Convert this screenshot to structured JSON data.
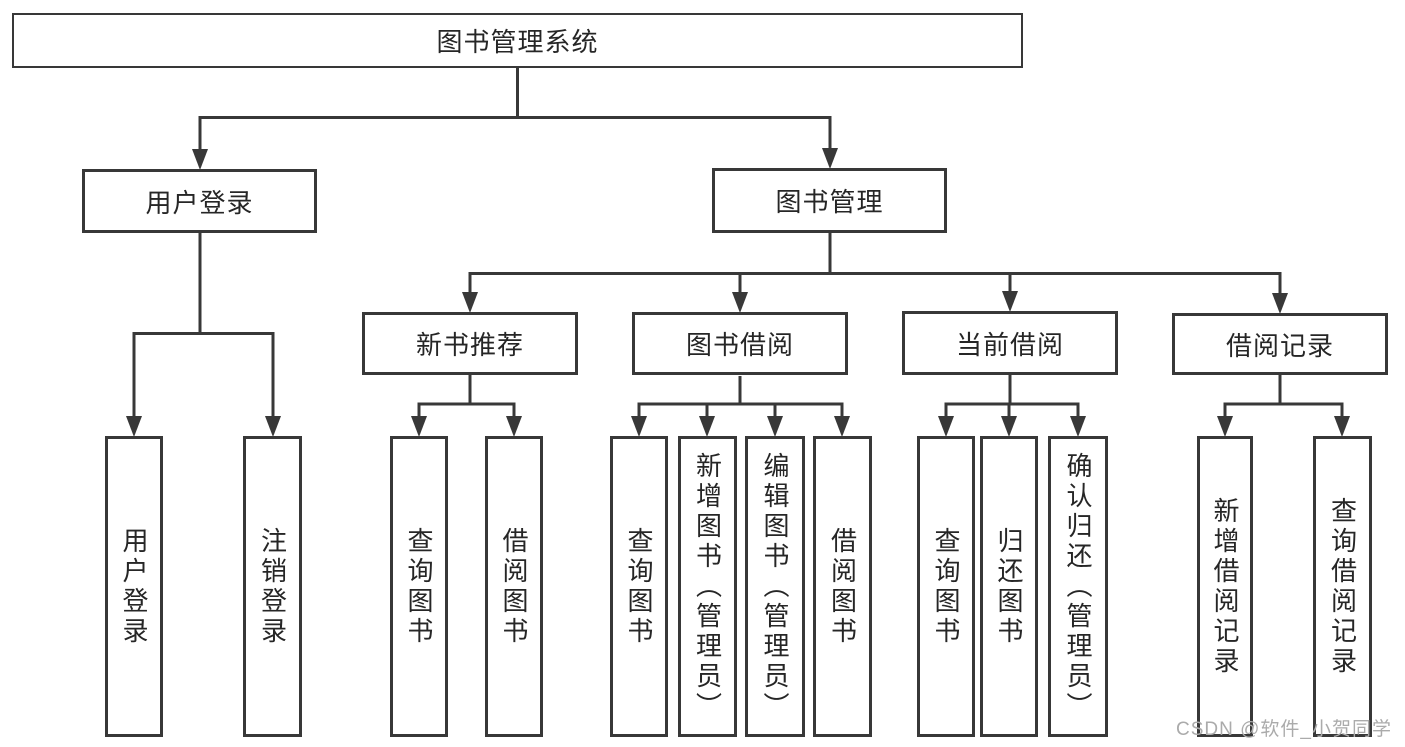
{
  "colors": {
    "line": "#383838",
    "text": "#262626",
    "background": "#ffffff",
    "watermark": "#ababab"
  },
  "watermark": {
    "text": "CSDN @软件_小贺同学"
  },
  "d": {
    "title": "图书管理系统",
    "children": [
      {
        "label": "用户登录",
        "children": [
          {
            "label": "用户登录"
          },
          {
            "label": "注销登录"
          }
        ]
      },
      {
        "label": "图书管理",
        "children": [
          {
            "label": "新书推荐",
            "children": [
              {
                "label": "查询图书"
              },
              {
                "label": "借阅图书"
              }
            ]
          },
          {
            "label": "图书借阅",
            "children": [
              {
                "label": "查询图书"
              },
              {
                "label": "新增图书（管理员）"
              },
              {
                "label": "编辑图书（管理员）"
              },
              {
                "label": "借阅图书"
              }
            ]
          },
          {
            "label": "当前借阅",
            "children": [
              {
                "label": "查询图书"
              },
              {
                "label": "归还图书"
              },
              {
                "label": "确认归还（管理员）"
              }
            ]
          },
          {
            "label": "借阅记录",
            "children": [
              {
                "label": "新增借阅记录"
              },
              {
                "label": "查询借阅记录"
              }
            ]
          }
        ]
      }
    ]
  }
}
